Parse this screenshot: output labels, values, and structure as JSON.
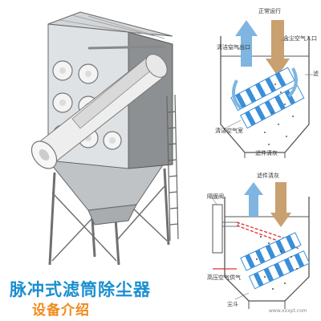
{
  "colors": {
    "title_blue": "#1a8fd0",
    "title_orange": "#ef8a1c",
    "clean_air_arrow": "#7fb5e0",
    "dirty_air_arrow": "#c9a070",
    "pulse_air": "#e03030",
    "filter_stripe": "#3a8fd8"
  },
  "title": {
    "line1": "脉冲式滤筒除尘器",
    "line2": "设备介绍"
  },
  "diagram_top": {
    "heading": "正常运行",
    "labels": {
      "clean_air_outlet": "清洁空气出口",
      "dirty_air_inlet": "含尘空气入口",
      "filter": "滤",
      "clean_air_chamber": "清洁空气室",
      "filter_cleaning": "滤件清灰"
    }
  },
  "diagram_bottom": {
    "heading": "滤件清灰",
    "labels": {
      "diaphragm_valve": "隔膜阀",
      "high_pressure_air": "高压空气供气",
      "dust_hopper": "尘斗"
    }
  },
  "watermark": "www.xxxpt.com"
}
